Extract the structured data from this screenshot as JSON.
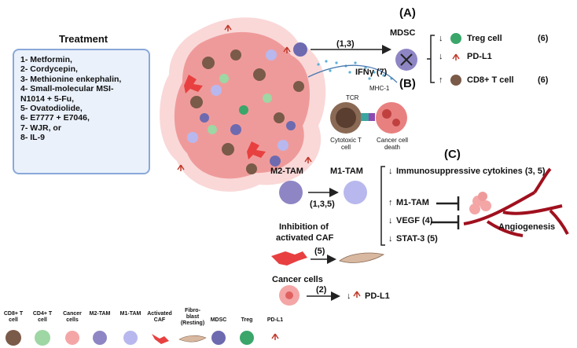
{
  "treatment": {
    "title": "Treatment",
    "items": [
      "1- Metformin,",
      "2- Cordycepin,",
      "3- Methionine enkephalin,",
      "4- Small-molecular MSI-",
      "N1014 + 5-Fu,",
      "5- Ovatodiolide,",
      "6- E7777 + E7046,",
      "7- WJR, or",
      "8- IL-9"
    ]
  },
  "panel_a": {
    "letter": "(A)",
    "arrow_label": "(1,3)",
    "cell": "MDSC",
    "effects": [
      {
        "direction": "↓",
        "label": "Treg cell",
        "ref": "(6)"
      },
      {
        "direction": "↓",
        "label": "PD-L1",
        "ref": ""
      },
      {
        "direction": "↑",
        "label": "CD8+ T cell",
        "ref": "(6)"
      }
    ]
  },
  "panel_b": {
    "letter": "(B)",
    "ifn": "IFNγ (7)",
    "tcr": "TCR",
    "mhc": "MHC-1",
    "cytotoxic": "Cytotoxic T cell",
    "death": "Cancer cell death"
  },
  "panel_c": {
    "letter": "(C)",
    "m2": "M2-TAM",
    "m1": "M1-TAM",
    "tam_arrow": "(1,3,5)",
    "effects": [
      {
        "direction": "↓",
        "label": "Immunosuppressive cytokines (3, 5)"
      },
      {
        "direction": "↑",
        "label": "M1-TAM"
      },
      {
        "direction": "↓",
        "label": "VEGF (4)"
      },
      {
        "direction": "↓",
        "label": "STAT-3 (5)"
      }
    ],
    "angiogenesis": "Angiogenesis",
    "caf_title_1": "Inhibition of",
    "caf_title_2": "activated CAF",
    "caf_arrow": "(5)",
    "cancer_title": "Cancer cells",
    "cancer_arrow": "(2)",
    "pdl1": "PD-L1"
  },
  "legend": [
    {
      "label": "CD8+ T cell",
      "icon": "cd8-t-cell-icon"
    },
    {
      "label": "CD4+ T cell",
      "icon": "cd4-t-cell-icon"
    },
    {
      "label": "Cancer cells",
      "icon": "cancer-cell-icon"
    },
    {
      "label": "M2-TAM",
      "icon": "m2-tam-icon"
    },
    {
      "label": "M1-TAM",
      "icon": "m1-tam-icon"
    },
    {
      "label": "Activated CAF",
      "icon": "activated-caf-icon"
    },
    {
      "label": "Fibro-blast (Resting)",
      "icon": "fibroblast-icon"
    },
    {
      "label": "MDSC",
      "icon": "mdsc-icon"
    },
    {
      "label": "Treg",
      "icon": "treg-icon"
    },
    {
      "label": "PD-L1",
      "icon": "pd-l1-icon"
    }
  ],
  "colors": {
    "cd8": "#7a5a48",
    "cd4": "#9ed6a4",
    "cancer": "#f4a6a6",
    "m2": "#8e86c4",
    "m1": "#b8b8ee",
    "caf": "#e84040",
    "fibroblast": "#d8b8a0",
    "mdsc": "#6e6ab0",
    "treg": "#3aa66a",
    "pdl1": "#c0392b"
  }
}
